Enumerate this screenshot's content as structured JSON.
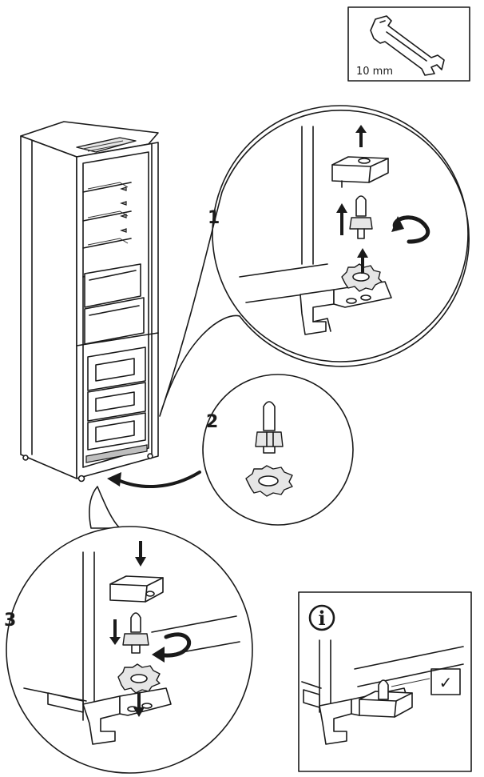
{
  "tool": {
    "size_label": "10 mm",
    "icon": "wrench-icon"
  },
  "steps": [
    {
      "number": "1"
    },
    {
      "number": "2"
    },
    {
      "number": "3"
    }
  ],
  "info": {
    "icon_glyph": "i",
    "check_glyph": "✓"
  }
}
